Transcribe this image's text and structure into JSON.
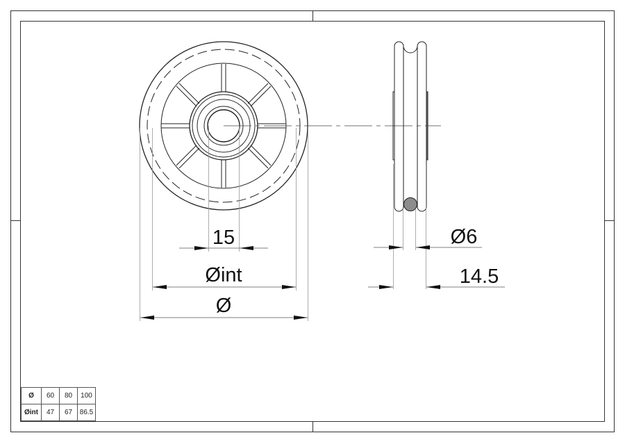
{
  "sheet": {
    "border_color": "#333333",
    "line_color": "#222222",
    "hatch_fill": "#8a8a8a"
  },
  "dimensions": {
    "bore": "15",
    "inner_diameter": "Øint",
    "outer_diameter": "Ø",
    "rope_diameter": "Ø6",
    "width": "14.5"
  },
  "spec_table": {
    "rows": [
      {
        "label": "Ø",
        "values": [
          "60",
          "80",
          "100"
        ]
      },
      {
        "label": "Øint",
        "values": [
          "47",
          "67",
          "86.5"
        ]
      }
    ]
  }
}
